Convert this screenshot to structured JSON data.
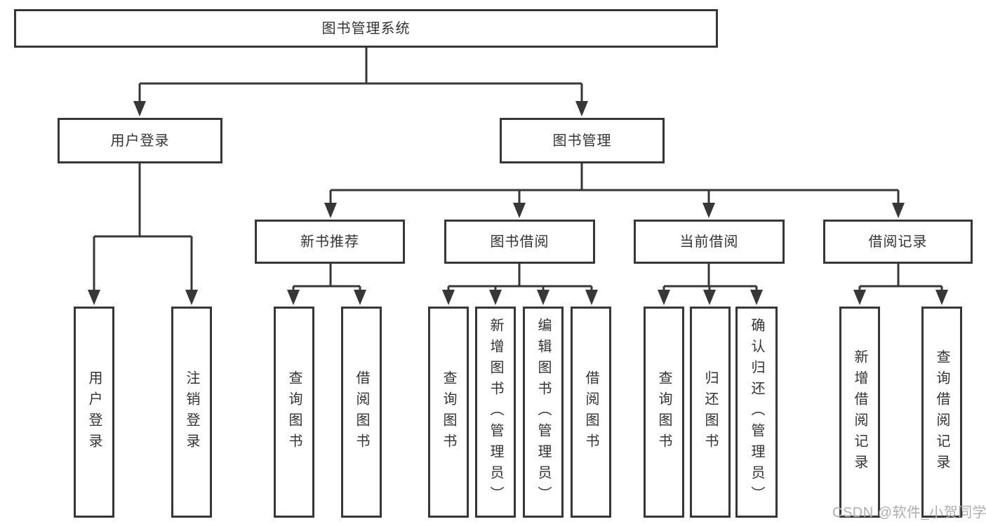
{
  "tree": {
    "label": "图书管理系统",
    "children": [
      {
        "label": "用户登录",
        "children": [
          {
            "label": "用户登录"
          },
          {
            "label": "注销登录"
          }
        ]
      },
      {
        "label": "图书管理",
        "children": [
          {
            "label": "新书推荐",
            "children": [
              {
                "label": "查询图书"
              },
              {
                "label": "借阅图书"
              }
            ]
          },
          {
            "label": "图书借阅",
            "children": [
              {
                "label": "查询图书"
              },
              {
                "label": "新增图书（管理员）"
              },
              {
                "label": "编辑图书（管理员）"
              },
              {
                "label": "借阅图书"
              }
            ]
          },
          {
            "label": "当前借阅",
            "children": [
              {
                "label": "查询图书"
              },
              {
                "label": "归还图书"
              },
              {
                "label": "确认归还（管理员）"
              }
            ]
          },
          {
            "label": "借阅记录",
            "children": [
              {
                "label": "新增借阅记录"
              },
              {
                "label": "查询借阅记录"
              }
            ]
          }
        ]
      }
    ]
  },
  "watermark": {
    "text": "CSDN @软件_小贺同学"
  },
  "colors": {
    "background": "#ffffff",
    "border": "#373737",
    "line": "#373737",
    "text": "#333333",
    "watermark": "#aeaeae"
  }
}
